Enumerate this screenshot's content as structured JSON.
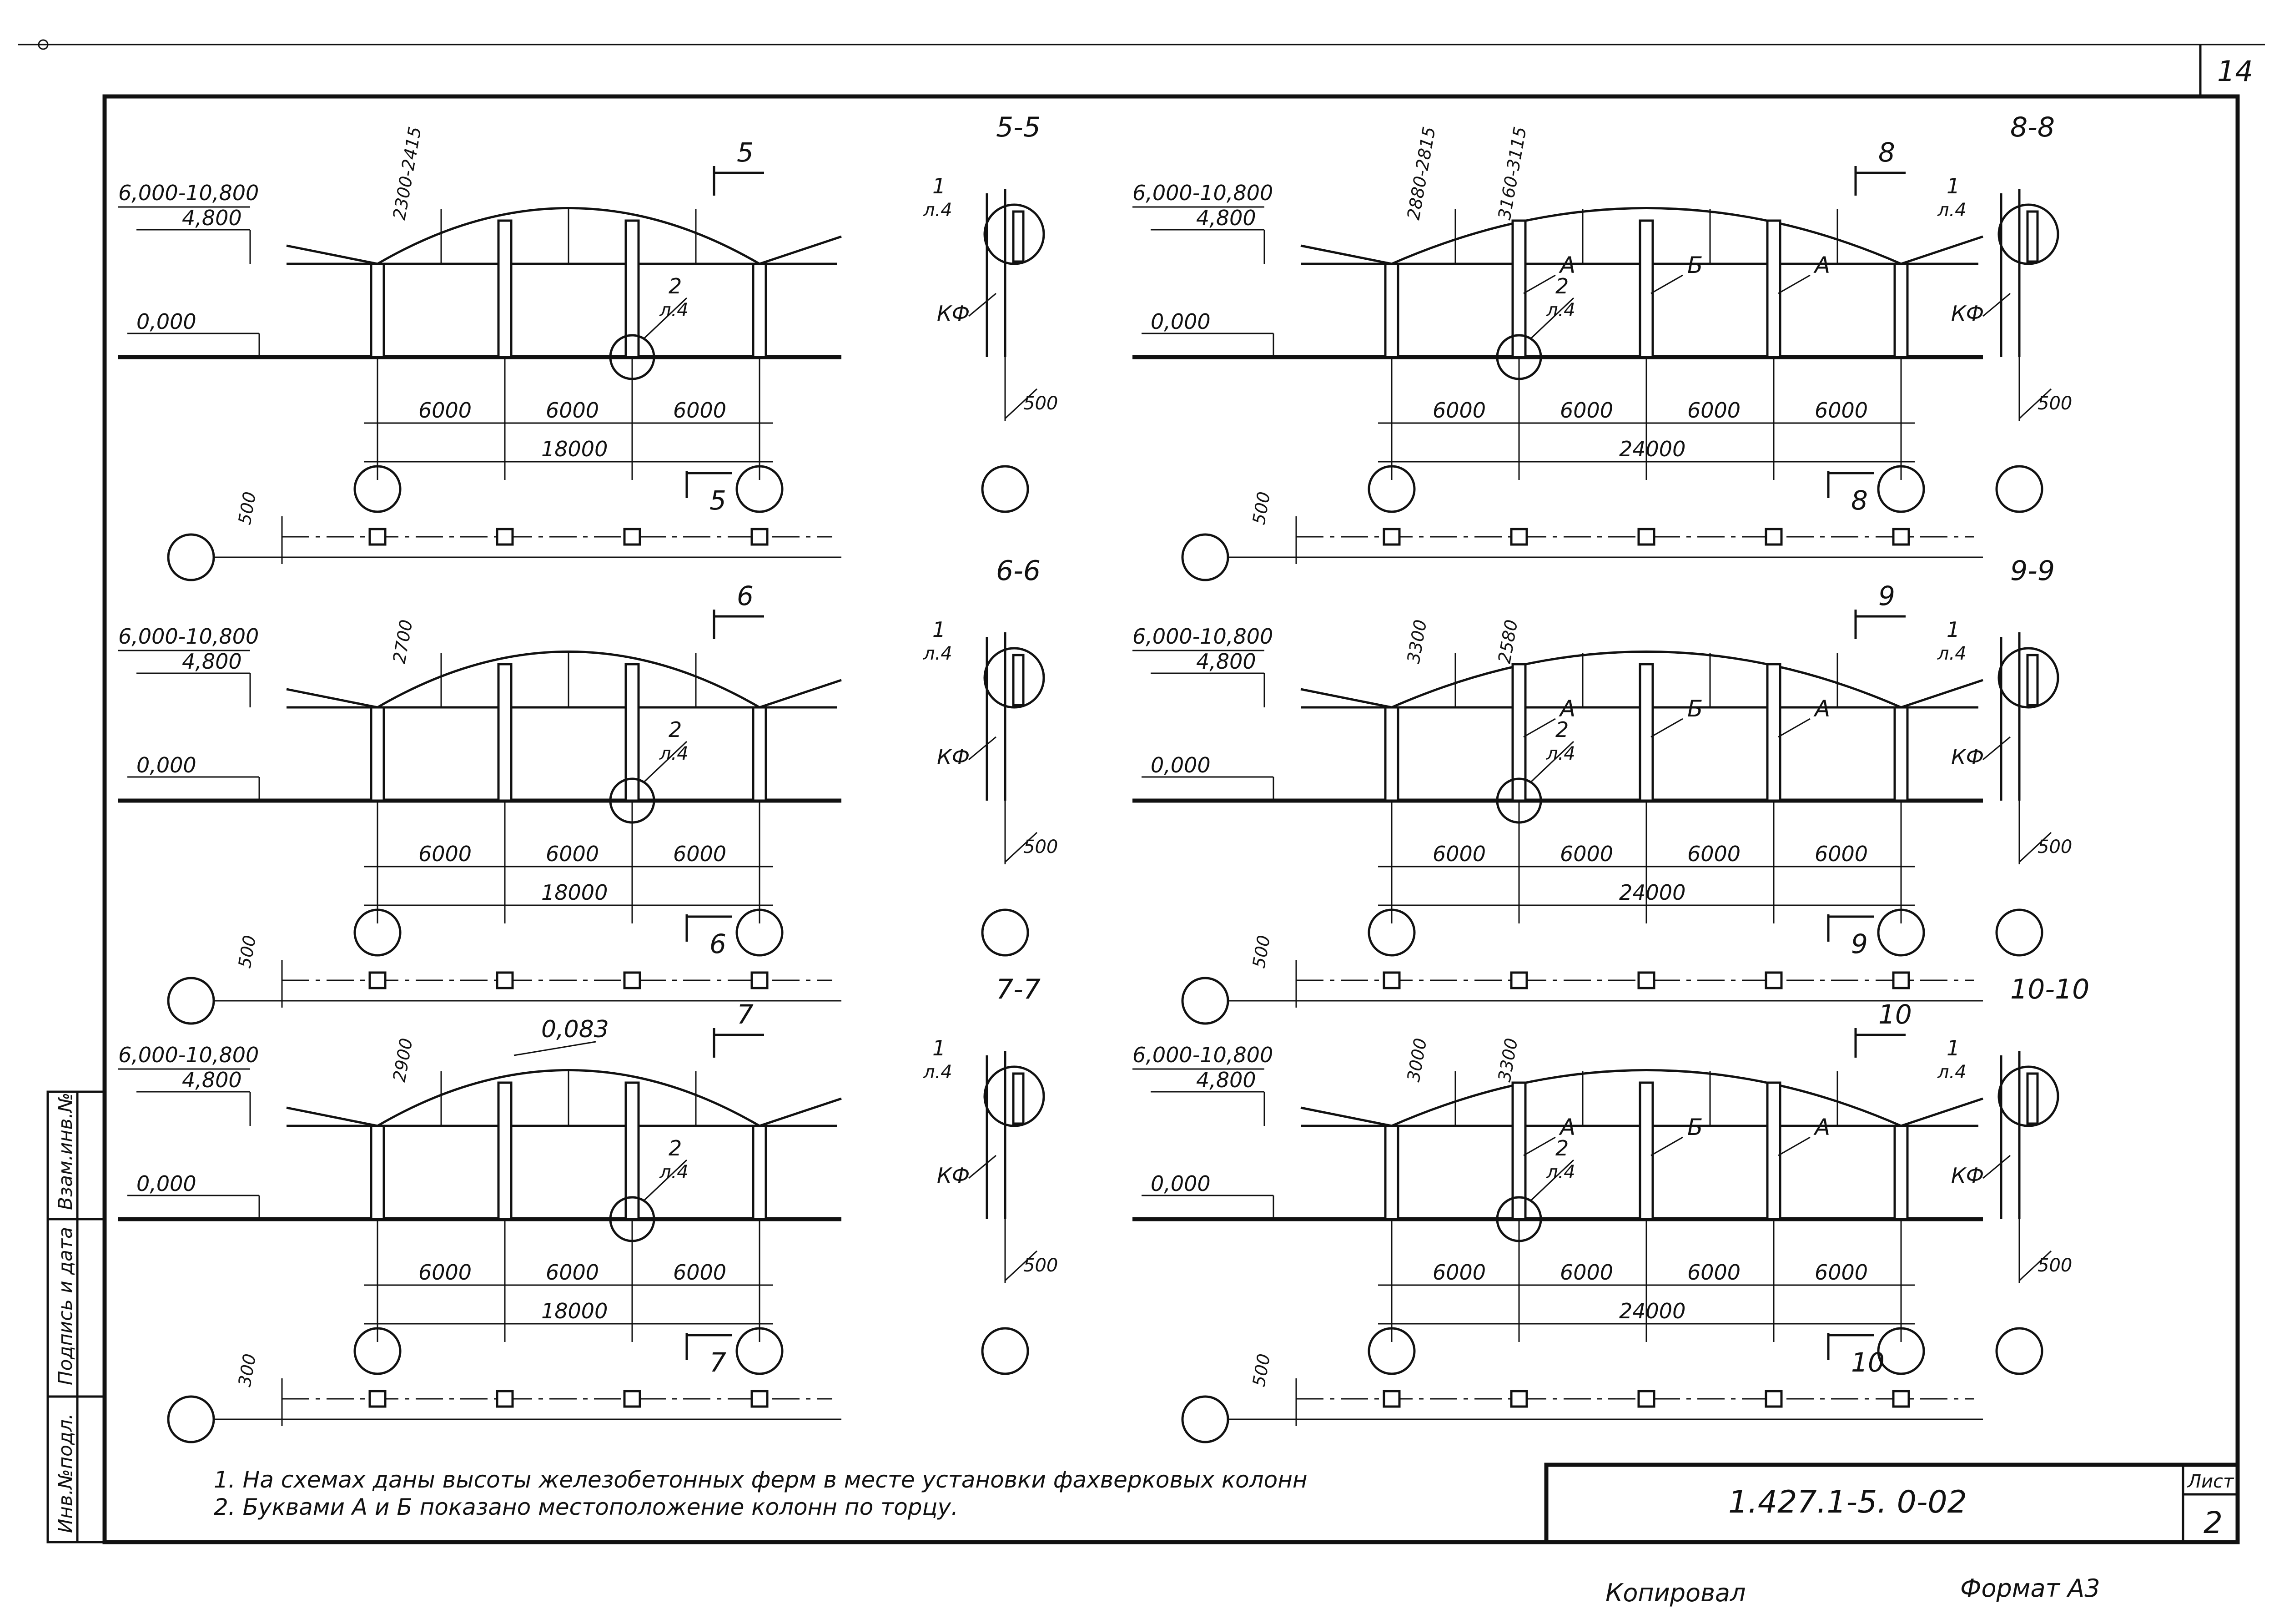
{
  "sheet_no": "14",
  "levels": {
    "top_range": "6,000-10,800",
    "eaves": "4,800",
    "ground": "0,000"
  },
  "callout_node1": {
    "num": "1",
    "ref": "л.4"
  },
  "callout_node2": {
    "num": "2",
    "ref": "л.4"
  },
  "wind_post_label": "КФ",
  "offset_500": "500",
  "offset_300": "300",
  "slope": "0,083",
  "col_label_a": "А",
  "col_label_b": "Б",
  "panels": [
    {
      "section_mark": "5",
      "section_title": "5-5",
      "spacings": [
        "6000",
        "6000",
        "6000"
      ],
      "span_total": "18000",
      "height_dims": [
        "2300-2415"
      ]
    },
    {
      "section_mark": "8",
      "section_title": "8-8",
      "spacings": [
        "6000",
        "6000",
        "6000",
        "6000"
      ],
      "span_total": "24000",
      "height_dims": [
        "2880-2815",
        "3160-3115"
      ]
    },
    {
      "section_mark": "6",
      "section_title": "6-6",
      "spacings": [
        "6000",
        "6000",
        "6000"
      ],
      "span_total": "18000",
      "height_dims": [
        "2700"
      ]
    },
    {
      "section_mark": "9",
      "section_title": "9-9",
      "spacings": [
        "6000",
        "6000",
        "6000",
        "6000"
      ],
      "span_total": "24000",
      "height_dims": [
        "3300",
        "2580"
      ]
    },
    {
      "section_mark": "7",
      "section_title": "7-7",
      "spacings": [
        "6000",
        "6000",
        "6000"
      ],
      "span_total": "18000",
      "height_dims": [
        "2900"
      ]
    },
    {
      "section_mark": "10",
      "section_title": "10-10",
      "spacings": [
        "6000",
        "6000",
        "6000",
        "6000"
      ],
      "span_total": "24000",
      "height_dims": [
        "3000",
        "3300"
      ]
    }
  ],
  "notes": [
    "1. На схемах даны высоты железобетонных ферм в месте установки фахверковых колонн",
    "2. Буквами А и Б показано местоположение колонн по торцу."
  ],
  "side_stamp": [
    "Инв.№подл.",
    "Подпись и дата",
    "Взам.инв.№"
  ],
  "title_block": {
    "code": "1.427.1-5. 0-02",
    "sheet_label": "Лист",
    "sheet_number": "2"
  },
  "footer": {
    "copied": "Копировал",
    "format": "Формат А3"
  }
}
